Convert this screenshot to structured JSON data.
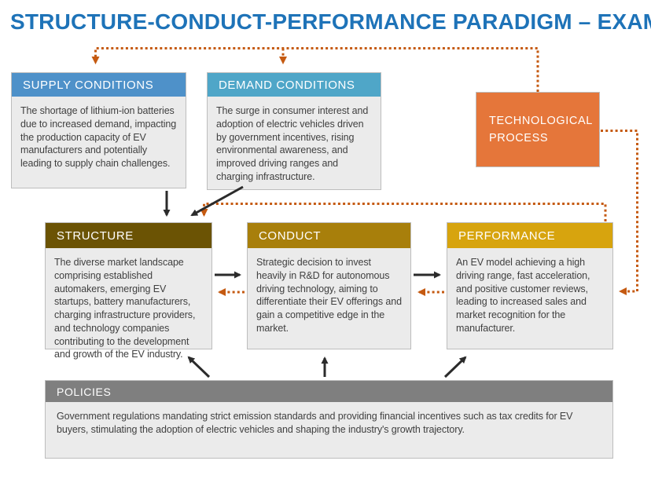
{
  "title": "STRUCTURE-CONDUCT-PERFORMANCE PARADIGM – EXAMPLE",
  "boxes": {
    "supply": {
      "label": "SUPPLY CONDITIONS",
      "body": "The shortage of lithium-ion batteries due to increased demand, impacting the production capacity of EV manufacturers and potentially leading to supply chain challenges."
    },
    "demand": {
      "label": "DEMAND CONDITIONS",
      "body": "The surge in consumer interest and adoption of electric vehicles driven by government incentives, rising environmental awareness, and improved driving ranges and charging infrastructure."
    },
    "tech": {
      "label": "TECHNOLOGICAL PROCESS"
    },
    "structure": {
      "label": "STRUCTURE",
      "body": "The diverse market landscape comprising established automakers, emerging EV startups, battery manufacturers, charging infrastructure providers, and technology companies contributing to the development and growth of the EV industry."
    },
    "conduct": {
      "label": "CONDUCT",
      "body": "Strategic decision to invest heavily in R&D for autonomous driving technology, aiming to differentiate their EV offerings and gain a competitive edge in the market."
    },
    "performance": {
      "label": "PERFORMANCE",
      "body": "An EV model achieving a high driving range, fast acceleration, and positive customer reviews, leading to increased sales and market recognition for the manufacturer."
    },
    "policies": {
      "label": "POLICIES",
      "body": "Government regulations mandating strict emission standards and providing financial incentives such as tax credits for EV buyers, stimulating the adoption of electric vehicles and shaping the industry's growth trajectory."
    }
  },
  "colors": {
    "title": "#1E73B8",
    "supply_header": "#4E91C9",
    "demand_header": "#4FA6C8",
    "tech_fill": "#E5763A",
    "structure_header": "#6B5304",
    "conduct_header": "#A87F0B",
    "performance_header": "#D7A40E",
    "policies_header": "#7F7F7F",
    "box_body": "#EBEBEB",
    "box_border": "#BDBDBD",
    "arrow_black": "#2B2B2B",
    "arrow_orange": "#C55A11",
    "text": "#404040"
  }
}
